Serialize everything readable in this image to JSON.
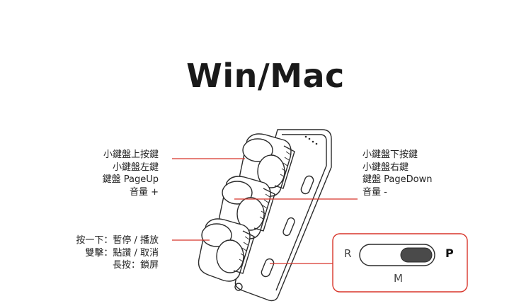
{
  "title": "Win/Mac",
  "callouts": {
    "top_left": [
      "小鍵盤上按鍵",
      "小鍵盤左鍵",
      "鍵盤 PageUp",
      "音量 +"
    ],
    "top_right": [
      "小鍵盤下按鍵",
      "小鍵盤右鍵",
      "鍵盤 PageDown",
      "音量 -"
    ],
    "bottom_left": [
      "按一下：暫停 / 播放",
      "雙擊：點讚 / 取消",
      "長按：鎖屏"
    ]
  },
  "mode_switch": {
    "left": "R",
    "right": "P",
    "bottom": "M",
    "selected": "P"
  },
  "colors": {
    "accent": "#d8352a",
    "outline": "#2b2b2b"
  }
}
